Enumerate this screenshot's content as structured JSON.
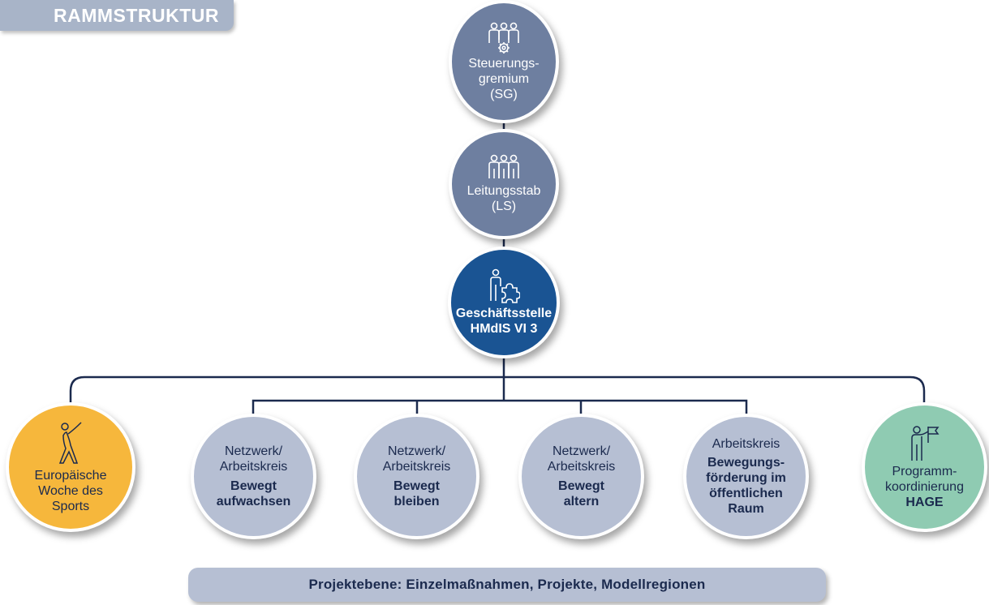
{
  "header": {
    "tag": "RAMMSTRUKTUR"
  },
  "nodes": {
    "steuerungsgremium": {
      "line1": "Steuerungs-",
      "line2": "gremium",
      "line3": "(SG)",
      "icon": "people-group-gear-icon"
    },
    "leitungsstab": {
      "line1": "Leitungsstab",
      "line2": "(LS)",
      "icon": "people-group-icon"
    },
    "geschaeftsstelle": {
      "line1": "Geschäftsstelle",
      "line2": "HMdIS VI 3",
      "icon": "person-puzzle-icon"
    },
    "europaeische_woche": {
      "line1": "Europäische",
      "line2": "Woche des",
      "line3": "Sports",
      "icon": "stretching-person-icon"
    },
    "aufwachsen": {
      "line1": "Netzwerk/",
      "line2": "Arbeitskreis",
      "bold1": "Bewegt",
      "bold2": "aufwachsen"
    },
    "bleiben": {
      "line1": "Netzwerk/",
      "line2": "Arbeitskreis",
      "bold1": "Bewegt",
      "bold2": "bleiben"
    },
    "altern": {
      "line1": "Netzwerk/",
      "line2": "Arbeitskreis",
      "bold1": "Bewegt",
      "bold2": "altern"
    },
    "oeffentlicher_raum": {
      "line1": "Arbeitskreis",
      "bold1": "Bewegungs-",
      "bold2": "förderung im",
      "bold3": "öffentlichen",
      "bold4": "Raum"
    },
    "programmkoordinierung": {
      "line1": "Programm-",
      "line2": "koordinierung",
      "bold1": "HAGE",
      "icon": "person-flag-icon"
    }
  },
  "project_bar": {
    "label": "Projektebene: Einzelmaßnahmen, Projekte, Modellregionen"
  },
  "colors": {
    "sg_ls": "#6e7fa0",
    "gs": "#1a5493",
    "ew": "#f6b73c",
    "network": "#b6bfd3",
    "hage": "#8fcbb2",
    "line": "#1b2a4e"
  }
}
